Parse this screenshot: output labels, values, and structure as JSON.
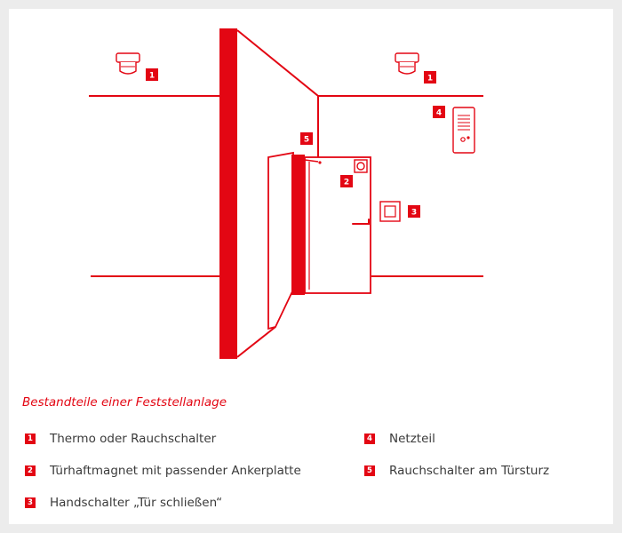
{
  "colors": {
    "accent": "#e30613",
    "text": "#3a3a3a",
    "background": "#ffffff"
  },
  "callouts": {
    "smoke_detector_left": "1",
    "smoke_detector_right": "1",
    "magnet": "2",
    "hand_switch": "3",
    "power_supply": "4",
    "lintel_switch": "5"
  },
  "caption": "Bestandteile einer Feststellanlage",
  "legend": [
    {
      "number": "1",
      "label": "Thermo oder Rauchschalter"
    },
    {
      "number": "2",
      "label": "Türhaftmagnet mit passender Ankerplatte"
    },
    {
      "number": "3",
      "label": "Handschalter „Tür schließen“"
    },
    {
      "number": "4",
      "label": "Netzteil"
    },
    {
      "number": "5",
      "label": "Rauchschalter am Türsturz"
    }
  ]
}
